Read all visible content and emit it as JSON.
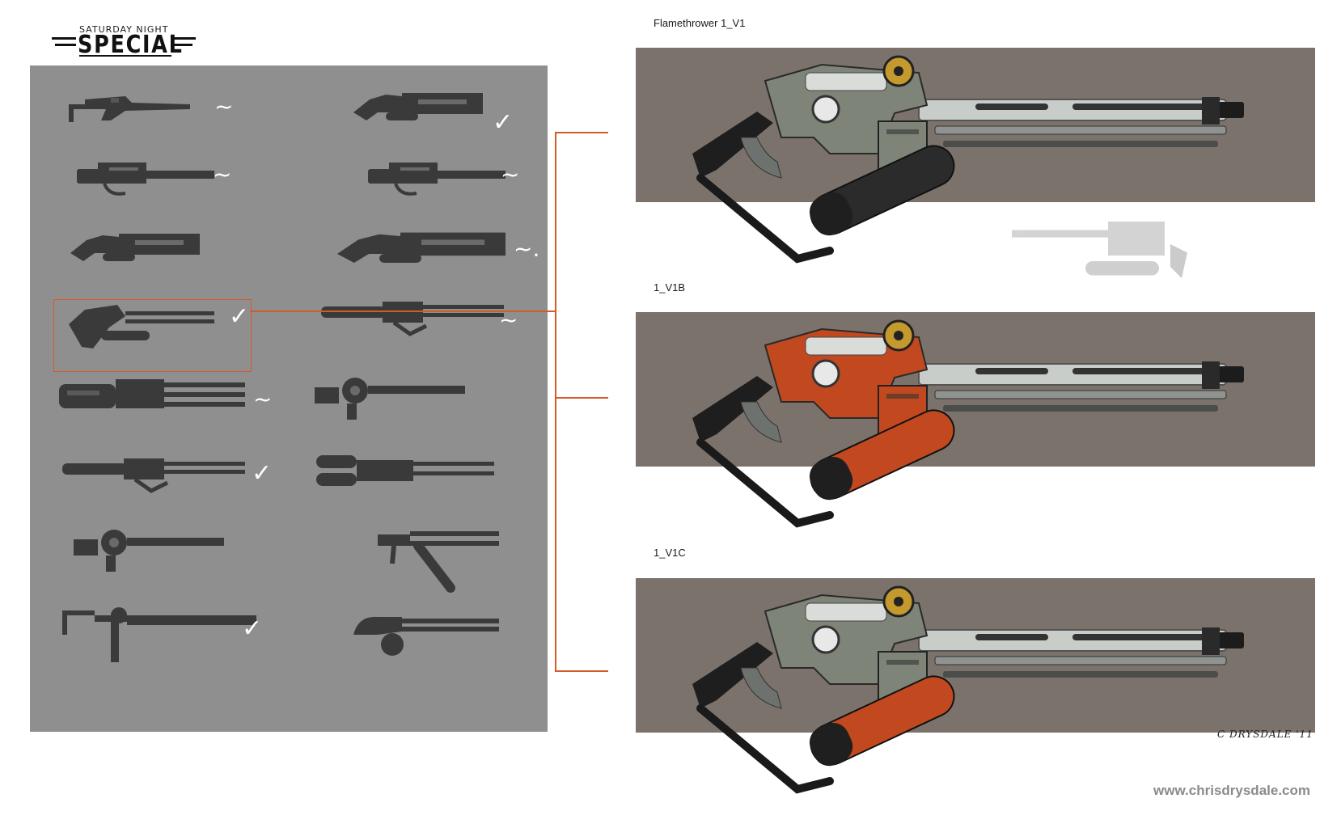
{
  "logo": {
    "top_text": "SATURDAY NIGHT",
    "main_text": "SPECIAL"
  },
  "sheet": {
    "background": "#8f8f8f",
    "thumbnails": [
      {
        "name": "sketch-1-1",
        "mark": "~"
      },
      {
        "name": "sketch-1-2",
        "mark": "✓"
      },
      {
        "name": "sketch-2-1",
        "mark": "~"
      },
      {
        "name": "sketch-2-2",
        "mark": "~"
      },
      {
        "name": "sketch-3-1",
        "mark": ""
      },
      {
        "name": "sketch-3-2",
        "mark": "~."
      },
      {
        "name": "sketch-4-1",
        "mark": "✓"
      },
      {
        "name": "sketch-4-2",
        "mark": "~"
      },
      {
        "name": "sketch-5-1",
        "mark": "~"
      },
      {
        "name": "sketch-5-2",
        "mark": ""
      },
      {
        "name": "sketch-6-1",
        "mark": "✓"
      },
      {
        "name": "sketch-6-2",
        "mark": ""
      },
      {
        "name": "sketch-7-1",
        "mark": ""
      },
      {
        "name": "sketch-7-2",
        "mark": ""
      },
      {
        "name": "sketch-8-1",
        "mark": "✓"
      },
      {
        "name": "sketch-8-2",
        "mark": ""
      }
    ]
  },
  "accent_color": "#d35a2a",
  "renders": [
    {
      "label": "Flamethrower 1_V1",
      "body_color": "#7e8478",
      "tank_color": "#2b2b2b"
    },
    {
      "label": "1_V1B",
      "body_color": "#c2491f",
      "tank_color": "#c2491f"
    },
    {
      "label": "1_V1C",
      "body_color": "#7e8478",
      "tank_color": "#c2491f"
    }
  ],
  "signature": "C DRYSDALE '11",
  "website": "www.chrisdrysdale.com"
}
